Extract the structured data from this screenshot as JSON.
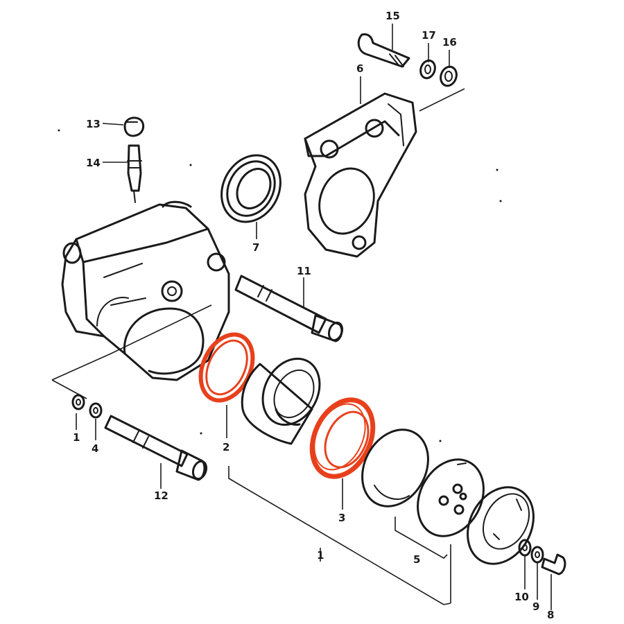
{
  "labels": {
    "l1": "1",
    "l2": "2",
    "l3": "3",
    "l4": "4",
    "l5": "5",
    "l6": "6",
    "l7": "7",
    "l8": "8",
    "l9": "9",
    "l10": "10",
    "l11": "11",
    "l12": "12",
    "l13": "13",
    "l14": "14",
    "l15": "15",
    "l16": "16",
    "l17": "17",
    "l18": "1"
  },
  "colors": {
    "ink": "#1a1a1a",
    "highlight": "#e8401c",
    "background": "#ffffff"
  }
}
